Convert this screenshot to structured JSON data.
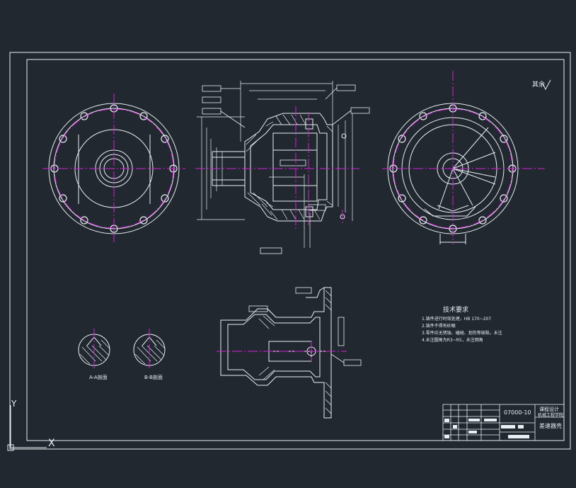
{
  "drawing": {
    "rough_symbol": "其余",
    "tech_title": "技术要求",
    "notes": [
      "1.铸件进行时效处理，HB 170~207",
      "2.铸件不得有砂眼",
      "3.零件应无锈蚀、磕碰、划伤等缺陷，未注",
      "4.未注圆角为R3~R5，未注倒角"
    ],
    "title_block": {
      "drawing_no": "07000-10",
      "part_name": "差速器壳",
      "school": "课程设计",
      "org": "机械工程学院"
    },
    "section_labels": [
      "A-A剖面",
      "B-B剖面"
    ],
    "axis_y": "Y",
    "axis_x": "X"
  },
  "colors": {
    "background": "#212830",
    "line": "#e9eef2",
    "centerline": "#d21fd6"
  }
}
